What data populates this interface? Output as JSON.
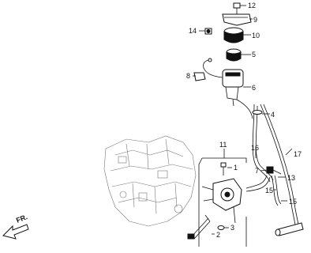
{
  "diagram": {
    "direction_label": "FR.",
    "callouts": {
      "c1": "1",
      "c2": "2",
      "c3": "3",
      "c4": "4",
      "c5": "5",
      "c6": "6",
      "c7": "7",
      "c8": "8",
      "c9": "9",
      "c10": "10",
      "c11": "11",
      "c12": "12",
      "c13": "13",
      "c14": "14",
      "c15a": "15",
      "c15b": "15",
      "c16": "16",
      "c17": "17"
    }
  }
}
